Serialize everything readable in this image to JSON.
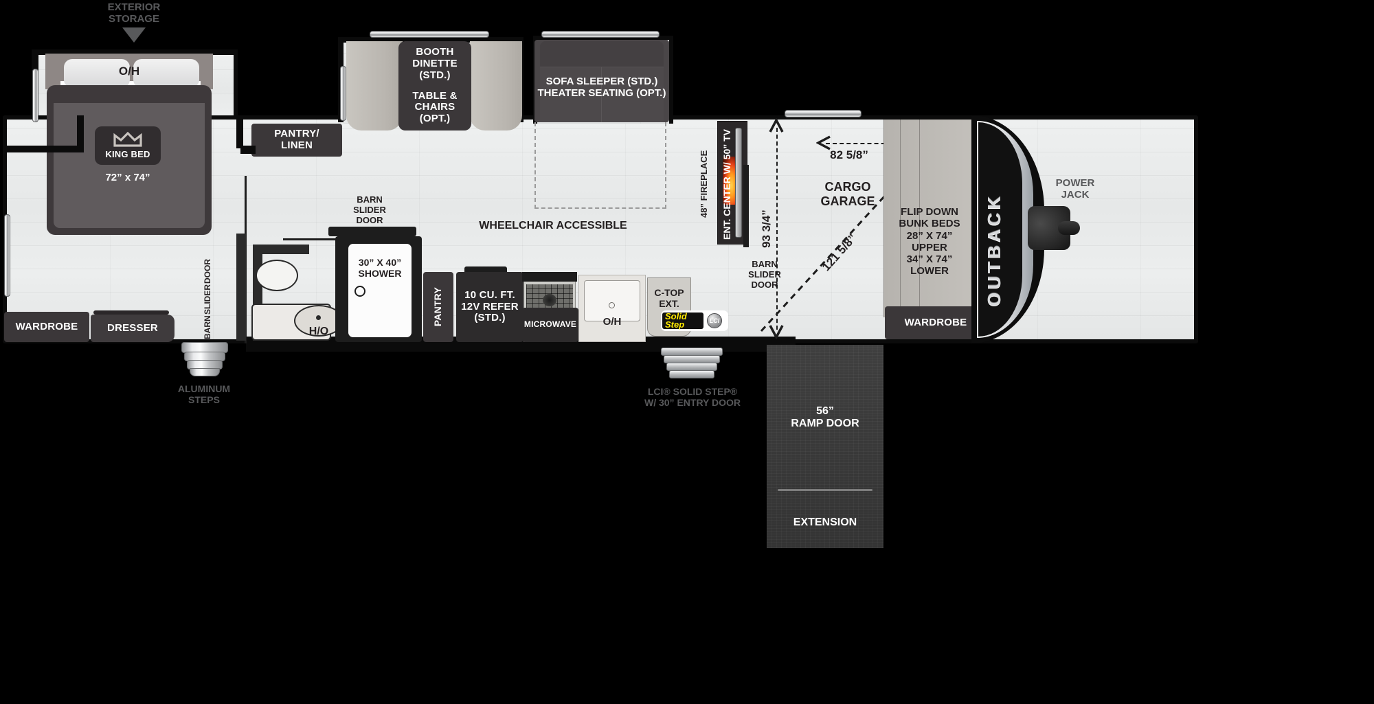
{
  "diagram": {
    "type": "rv-floorplan",
    "brand": "OUTBACK",
    "background_color": "#000000",
    "floor_color": "#e9ebeb",
    "furniture_color": "#3b3739"
  },
  "callouts": {
    "exterior_storage": "EXTERIOR\nSTORAGE",
    "exterior_storage_l1": "EXTERIOR",
    "exterior_storage_l2": "STORAGE",
    "aluminum_steps_l1": "ALUMINUM",
    "aluminum_steps_l2": "STEPS",
    "solid_step_entry_l1": "LCI® SOLID STEP®",
    "solid_step_entry_l2": "W/ 30” ENTRY DOOR",
    "power_jack_l1": "POWER",
    "power_jack_l2": "JACK",
    "wheelchair_accessible": "WHEELCHAIR ACCESSIBLE"
  },
  "rooms": {
    "overhead_bedroom": "O/H",
    "king_bed_label": "KING BED",
    "king_bed_size": "72” x 74”",
    "wardrobe_left": "WARDROBE",
    "dresser": "DRESSER",
    "pantry_linen_l1": "PANTRY/",
    "pantry_linen_l2": "LINEN",
    "booth_l1": "BOOTH",
    "booth_l2": "DINETTE",
    "booth_l3": "(STD.)",
    "booth_l4": "TABLE &",
    "booth_l5": "CHAIRS",
    "booth_l6": "(OPT.)",
    "sofa_l1": "SOFA SLEEPER (STD.)",
    "sofa_l2": "THEATER SEATING (OPT.)",
    "barn_slider_door_bed_l1": "BARN",
    "barn_slider_door_bed_l2": "SLIDER",
    "barn_slider_door_bed_l3": "DOOR",
    "barn_slider_door_bath_l1": "BARN",
    "barn_slider_door_bath_l2": "SLIDER",
    "barn_slider_door_bath_l3": "DOOR",
    "barn_slider_door_mid_l1": "BARN",
    "barn_slider_door_mid_l2": "SLIDER",
    "barn_slider_door_mid_l3": "DOOR",
    "barn_slider_door_garage_l1": "BARN",
    "barn_slider_door_garage_l2": "SLIDER",
    "barn_slider_door_garage_l3": "DOOR",
    "shower_l1": "30” X 40”",
    "shower_l2": "SHOWER",
    "half_bath": "H/O",
    "pantry": "PANTRY",
    "refer_l1": "10 CU. FT.",
    "refer_l2": "12V REFER",
    "refer_l3": "(STD.)",
    "microwave": "MICROWAVE",
    "overhead_kitchen": "O/H",
    "ctop_ext_l1": "C-TOP",
    "ctop_ext_l2": "EXT.",
    "fireplace": "48” FIREPLACE",
    "ent_center": "ENT. CENTER W/ 50” TV",
    "cargo_garage_l1": "CARGO",
    "cargo_garage_l2": "GARAGE",
    "bunk_l1": "FLIP DOWN",
    "bunk_l2": "BUNK BEDS",
    "bunk_l3": "28” X 74”",
    "bunk_l4": "UPPER",
    "bunk_l5": "34” X 74”",
    "bunk_l6": "LOWER",
    "wardrobe_right": "WARDROBE",
    "ramp_door_l1": "56”",
    "ramp_door_l2": "RAMP DOOR",
    "extension": "EXTENSION"
  },
  "dimensions": {
    "garage_width": "82 5/8”",
    "garage_depth": "93 3/4”",
    "garage_diagonal": "121 5/8”"
  },
  "badges": {
    "solid_step_l1": "Solid",
    "solid_step_l2": "Step",
    "lci_mark": "LCI"
  }
}
